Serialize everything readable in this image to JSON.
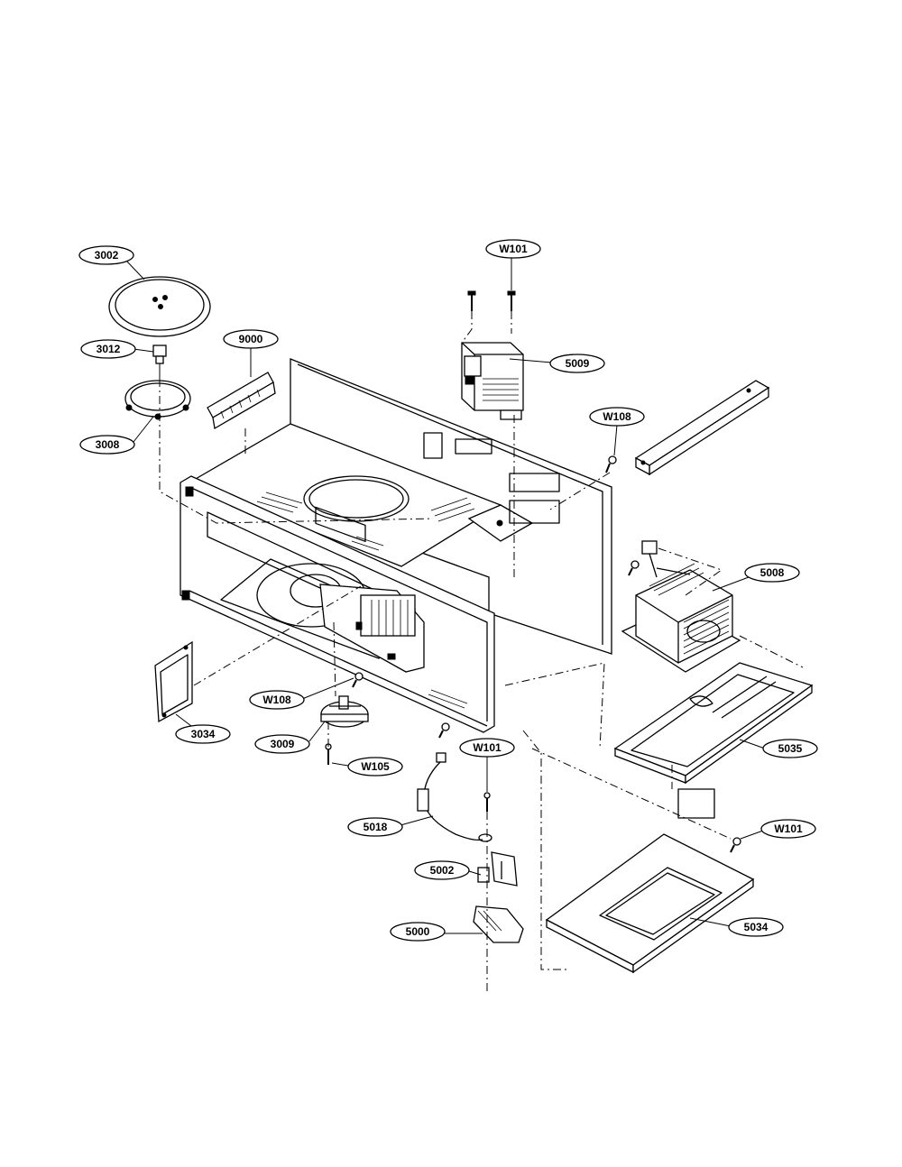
{
  "callouts": [
    {
      "id": "3002",
      "label": "3002"
    },
    {
      "id": "3012",
      "label": "3012"
    },
    {
      "id": "3008",
      "label": "3008"
    },
    {
      "id": "9000",
      "label": "9000"
    },
    {
      "id": "w101-top",
      "label": "W101"
    },
    {
      "id": "5009",
      "label": "5009"
    },
    {
      "id": "w108-right",
      "label": "W108"
    },
    {
      "id": "5008",
      "label": "5008"
    },
    {
      "id": "w108-left",
      "label": "W108"
    },
    {
      "id": "3034",
      "label": "3034"
    },
    {
      "id": "3009",
      "label": "3009"
    },
    {
      "id": "w105",
      "label": "W105"
    },
    {
      "id": "w101-mid",
      "label": "W101"
    },
    {
      "id": "5035",
      "label": "5035"
    },
    {
      "id": "5018",
      "label": "5018"
    },
    {
      "id": "w101-right",
      "label": "W101"
    },
    {
      "id": "5002",
      "label": "5002"
    },
    {
      "id": "5000",
      "label": "5000"
    },
    {
      "id": "5034",
      "label": "5034"
    }
  ]
}
